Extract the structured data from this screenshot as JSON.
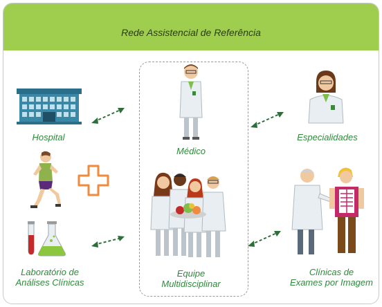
{
  "header": {
    "title": "Rede Assistencial de Referência"
  },
  "labels": {
    "hospital": "Hospital",
    "medico": "Médico",
    "especialidades": "Especialidades",
    "laboratorio_line1": "Laboratório de",
    "laboratorio_line2": "Análises Clínicas",
    "equipe_line1": "Equipe",
    "equipe_line2": "Multidisciplinar",
    "clinicas_line1": "Clínicas de",
    "clinicas_line2": "Exames por Imagem"
  },
  "colors": {
    "header": "#9fce4e",
    "label": "#2e8a3a",
    "arrow": "#2e6e3a",
    "cross": "#f08a3c",
    "hospital": "#2b6e8a"
  }
}
